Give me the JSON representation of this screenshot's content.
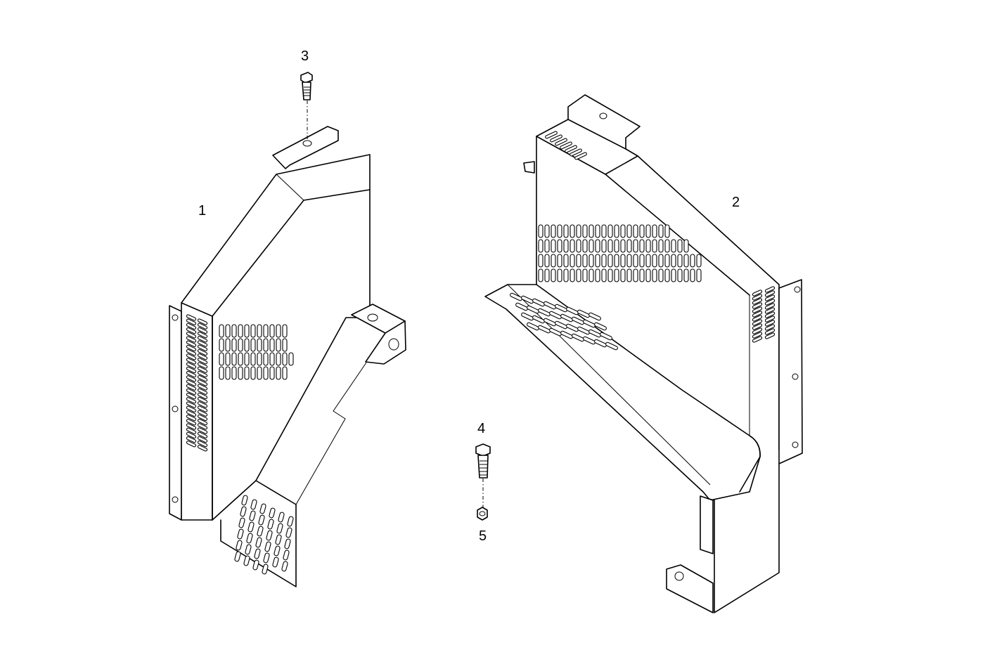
{
  "diagram": {
    "callouts": [
      {
        "id": "1",
        "label": "1"
      },
      {
        "id": "2",
        "label": "2"
      },
      {
        "id": "3",
        "label": "3"
      },
      {
        "id": "4",
        "label": "4"
      },
      {
        "id": "5",
        "label": "5"
      }
    ],
    "parts": [
      {
        "callout": "1",
        "icon": "left-shroud-panel"
      },
      {
        "callout": "2",
        "icon": "right-shroud-panel"
      },
      {
        "callout": "3",
        "icon": "flange-bolt"
      },
      {
        "callout": "4",
        "icon": "flange-bolt"
      },
      {
        "callout": "5",
        "icon": "hex-nut"
      }
    ]
  }
}
